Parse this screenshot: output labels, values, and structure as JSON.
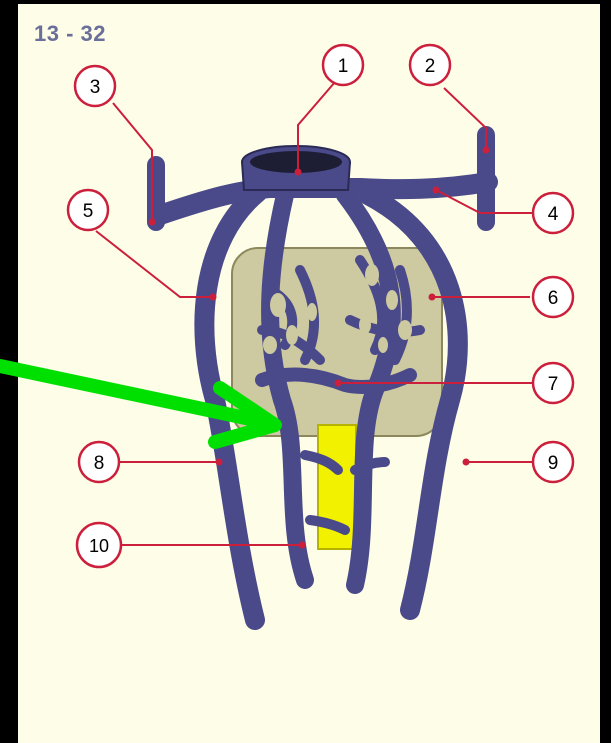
{
  "figure_id": "13 - 32",
  "callouts": [
    "1",
    "2",
    "3",
    "4",
    "5",
    "6",
    "7",
    "8",
    "9",
    "10"
  ],
  "colors": {
    "vessel": "#4a4a8a",
    "vessel_dark": "#2a2a55",
    "callout": "#cc1f3c",
    "tissue": "#cdc9a0",
    "duct": "#f2f200",
    "arrow": "#00e000",
    "panel": "#fdfde8",
    "frame": "#000000"
  },
  "icons": [
    "green-pointer-arrow"
  ]
}
